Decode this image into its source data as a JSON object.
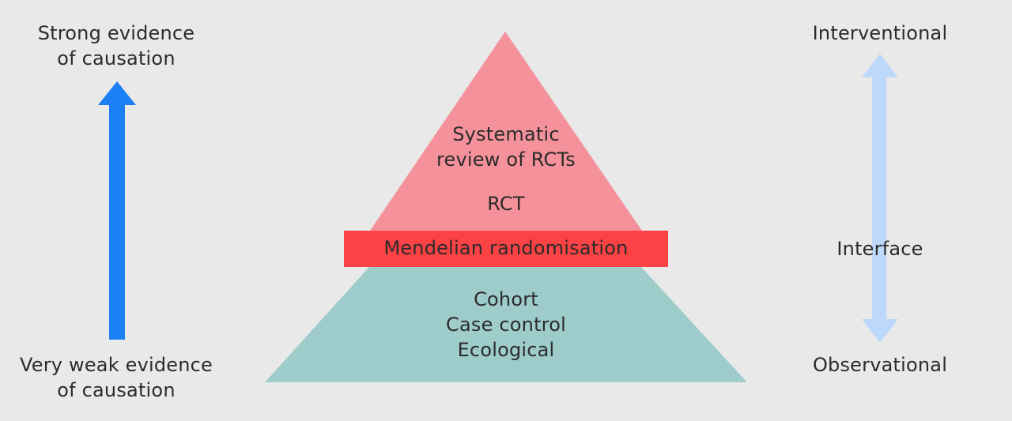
{
  "left_scale": {
    "top_label": [
      "Strong evidence",
      "of causation"
    ],
    "bottom_label": [
      "Very weak evidence",
      "of causation"
    ]
  },
  "pyramid": {
    "apex_levels": [
      "Systematic",
      "review of RCTs"
    ],
    "rct_label": "RCT",
    "middle_band_label": "Mendelian randomisation",
    "base_levels": [
      "Cohort",
      "Case control",
      "Ecological"
    ]
  },
  "right_scale": {
    "top_label": "Interventional",
    "middle_label": "Interface",
    "bottom_label": "Observational"
  },
  "colors": {
    "background": "#e9e9e9",
    "top_triangle": "#f4919a",
    "middle_band": "#fb4244",
    "base_trapezoid": "#9dcccb",
    "left_arrow": "#1b7ff5",
    "right_arrow": "#bcd8fb"
  }
}
